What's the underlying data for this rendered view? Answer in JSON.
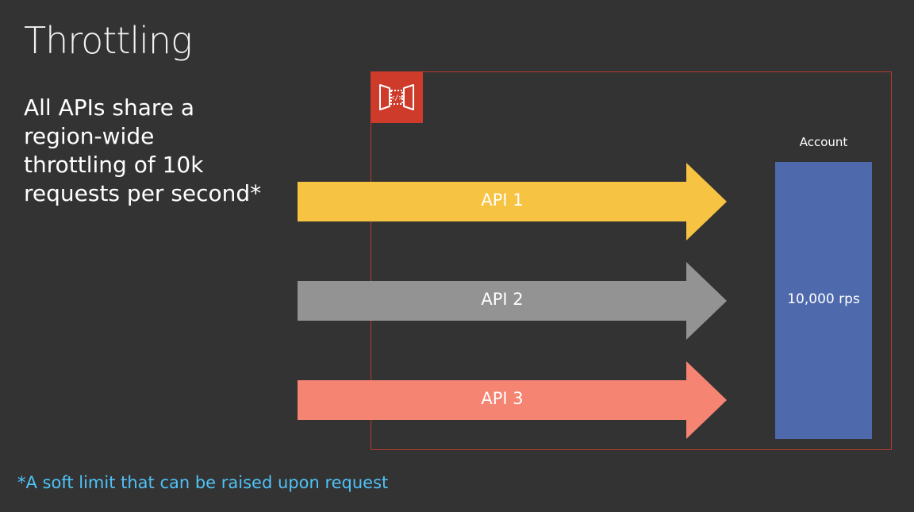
{
  "slide": {
    "title": "Throttling",
    "body_lines": [
      "All APIs share a",
      "region-wide",
      "throttling of 10k",
      "requests per second*"
    ],
    "footnote": "*A soft limit that can be raised upon request"
  },
  "diagram": {
    "service_icon": "api-gateway-icon",
    "account": {
      "label": "Account",
      "value": "10,000 rps",
      "color": "#4e69ac"
    },
    "apis": [
      {
        "label": "API 1",
        "color": "#f6c342"
      },
      {
        "label": "API 2",
        "color": "#939393"
      },
      {
        "label": "API 3",
        "color": "#f58473"
      }
    ],
    "frame_color": "#b33b2e",
    "icon_background": "#cf3b2b"
  }
}
